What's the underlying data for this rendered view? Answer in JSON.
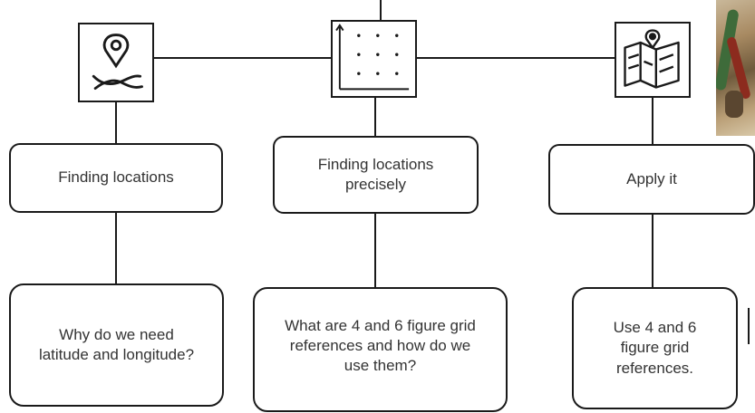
{
  "headings": [
    {
      "text": "Finding locations"
    },
    {
      "text": "Finding locations\nprecisely"
    },
    {
      "text": "Apply it"
    }
  ],
  "details": [
    {
      "text": "Why do we need\nlatitude and longitude?"
    },
    {
      "text": "What are 4 and 6 figure grid\nreferences and how do we\nuse them?"
    },
    {
      "text": "Use 4 and 6\nfigure grid\nreferences."
    }
  ],
  "icons": [
    "map-pin-cross-icon",
    "grid-reference-icon",
    "folded-map-pin-icon"
  ],
  "colors": {
    "line": "#1a1a1a",
    "text": "#333333",
    "background": "#ffffff"
  }
}
